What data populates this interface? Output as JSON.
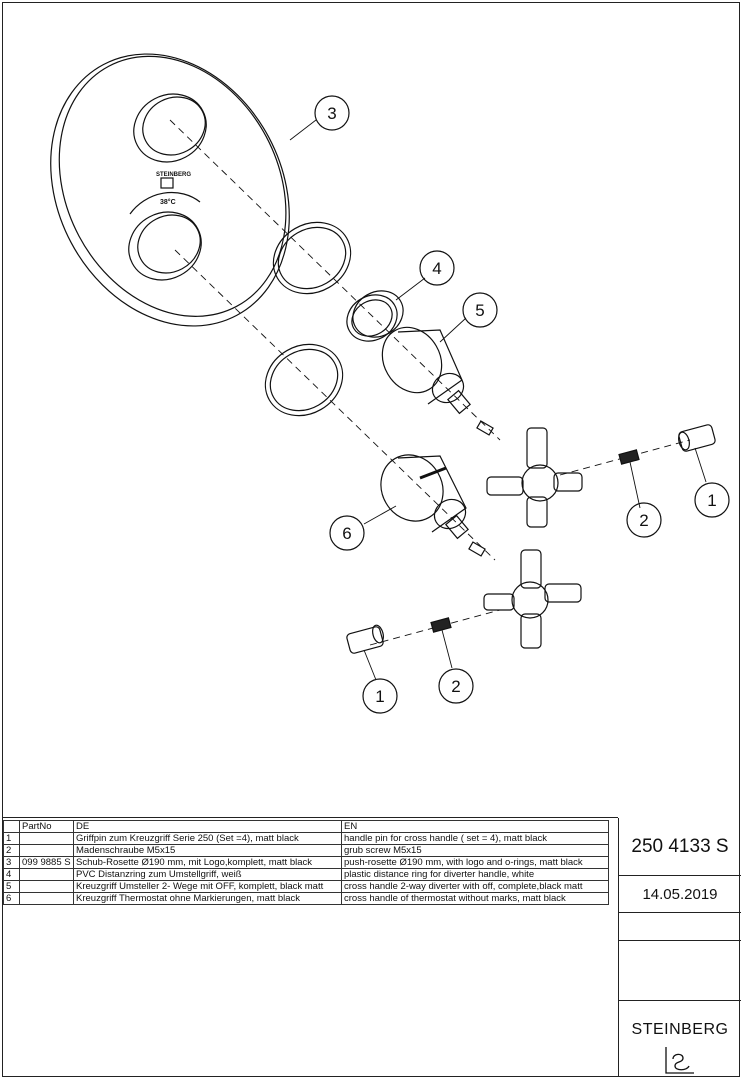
{
  "callouts": [
    "3",
    "4",
    "5",
    "6",
    "1",
    "2",
    "1",
    "2"
  ],
  "rosette": {
    "brand": "STEINBERG",
    "temperature": "38°C"
  },
  "parts_table": {
    "headers": [
      "",
      "PartNo",
      "DE",
      "EN"
    ],
    "rows": [
      [
        "1",
        "",
        "Griffpin zum Kreuzgriff Serie 250 (Set =4), matt black",
        "handle pin for cross handle ( set = 4), matt black"
      ],
      [
        "2",
        "",
        "Madenschraube M5x15",
        "grub screw M5x15"
      ],
      [
        "3",
        "099 9885 S",
        "Schub-Rosette Ø190 mm, mit Logo,komplett, matt black",
        "push-rosette Ø190 mm, with logo and o-rings, matt black"
      ],
      [
        "4",
        "",
        "PVC Distanzring zum Umstellgriff, weiß",
        "plastic distance ring for diverter handle, white"
      ],
      [
        "5",
        "",
        "Kreuzgriff Umsteller 2- Wege mit OFF, komplett, black matt",
        "cross handle 2-way diverter with off, complete,black matt"
      ],
      [
        "6",
        "",
        "Kreuzgriff Thermostat ohne Markierungen, matt black",
        "cross handle of thermostat without marks, matt black"
      ]
    ]
  },
  "title_block": {
    "article_no": "250 4133 S",
    "date": "14.05.2019",
    "brand": "STEINBERG"
  }
}
